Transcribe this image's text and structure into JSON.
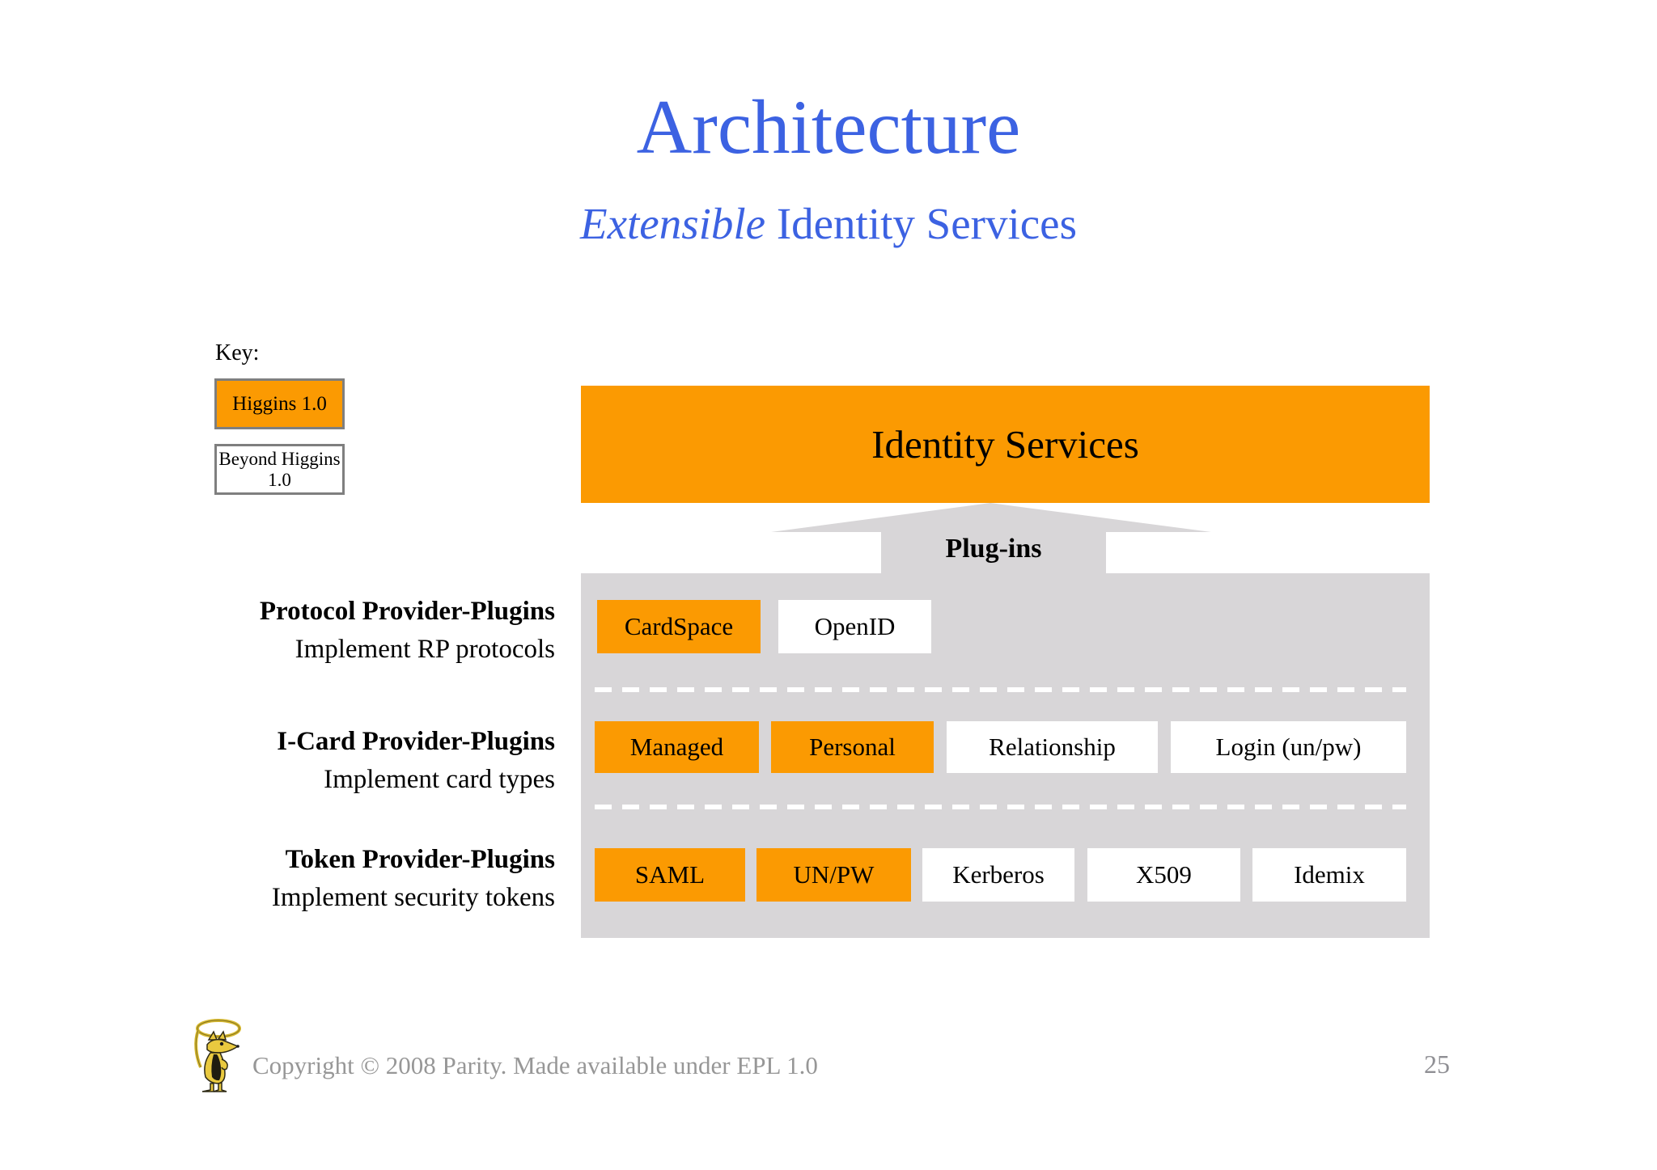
{
  "slide": {
    "title": "Architecture",
    "subtitle_italic": "Extensible",
    "subtitle_rest": "Identity Services"
  },
  "key": {
    "label": "Key:",
    "items": [
      {
        "label": "Higgins 1.0",
        "style": "higgins"
      },
      {
        "label": "Beyond Higgins 1.0",
        "style": "beyond"
      }
    ]
  },
  "diagram": {
    "identity_services_label": "Identity Services",
    "plugins_label": "Plug-ins",
    "rows": [
      {
        "title": "Protocol Provider-Plugins",
        "subtitle": "Implement RP protocols",
        "boxes": [
          {
            "label": "CardSpace",
            "style": "higgins"
          },
          {
            "label": "OpenID",
            "style": "beyond"
          }
        ]
      },
      {
        "title": "I-Card Provider-Plugins",
        "subtitle": "Implement card types",
        "boxes": [
          {
            "label": "Managed",
            "style": "higgins"
          },
          {
            "label": "Personal",
            "style": "higgins"
          },
          {
            "label": "Relationship",
            "style": "beyond"
          },
          {
            "label": "Login (un/pw)",
            "style": "beyond"
          }
        ]
      },
      {
        "title": "Token Provider-Plugins",
        "subtitle": "Implement security tokens",
        "boxes": [
          {
            "label": "SAML",
            "style": "higgins"
          },
          {
            "label": "UN/PW",
            "style": "higgins"
          },
          {
            "label": "Kerberos",
            "style": "beyond"
          },
          {
            "label": "X509",
            "style": "beyond"
          },
          {
            "label": "Idemix",
            "style": "beyond"
          }
        ]
      }
    ]
  },
  "footer": {
    "copyright": "Copyright © 2008 Parity. Made available under EPL 1.0",
    "page_number": "25",
    "logo": "higgins-mascot"
  },
  "colors": {
    "accent_orange": "#FB9A02",
    "title_blue": "#3C62E2",
    "panel_gray": "#D8D6D8",
    "footer_gray": "#979797"
  }
}
